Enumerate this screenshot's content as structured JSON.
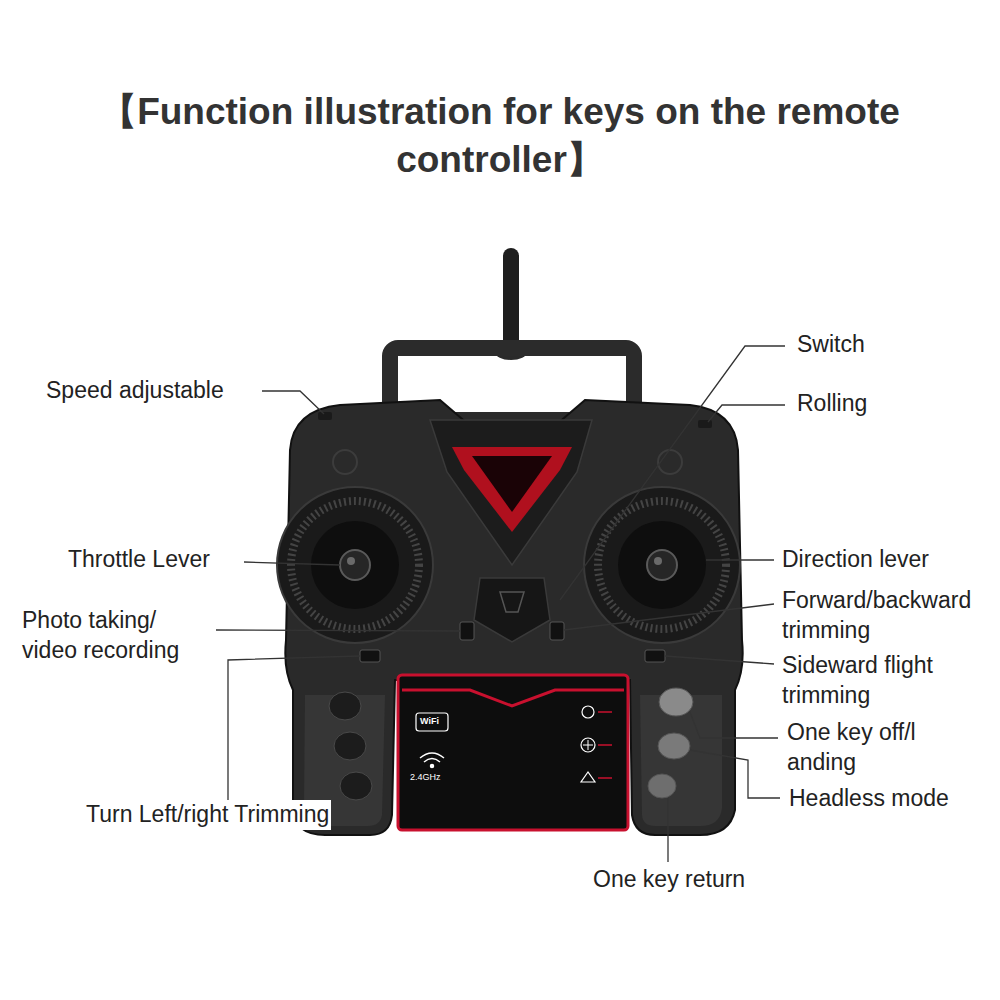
{
  "diagram": {
    "title": "【Function illustration for keys on the remote controller】",
    "labels": [
      "Switch",
      "Speed adjustable",
      "Rolling",
      "Throttle Lever",
      "Direction lever",
      "Forward/backward trimming",
      "Photo taking/ video recording",
      "Sideward flight trimming",
      "WiFi",
      "One key off/l anding",
      "2.4GHz",
      "Headless mode",
      "Turn Left/right Trimming",
      "One key return"
    ]
  }
}
